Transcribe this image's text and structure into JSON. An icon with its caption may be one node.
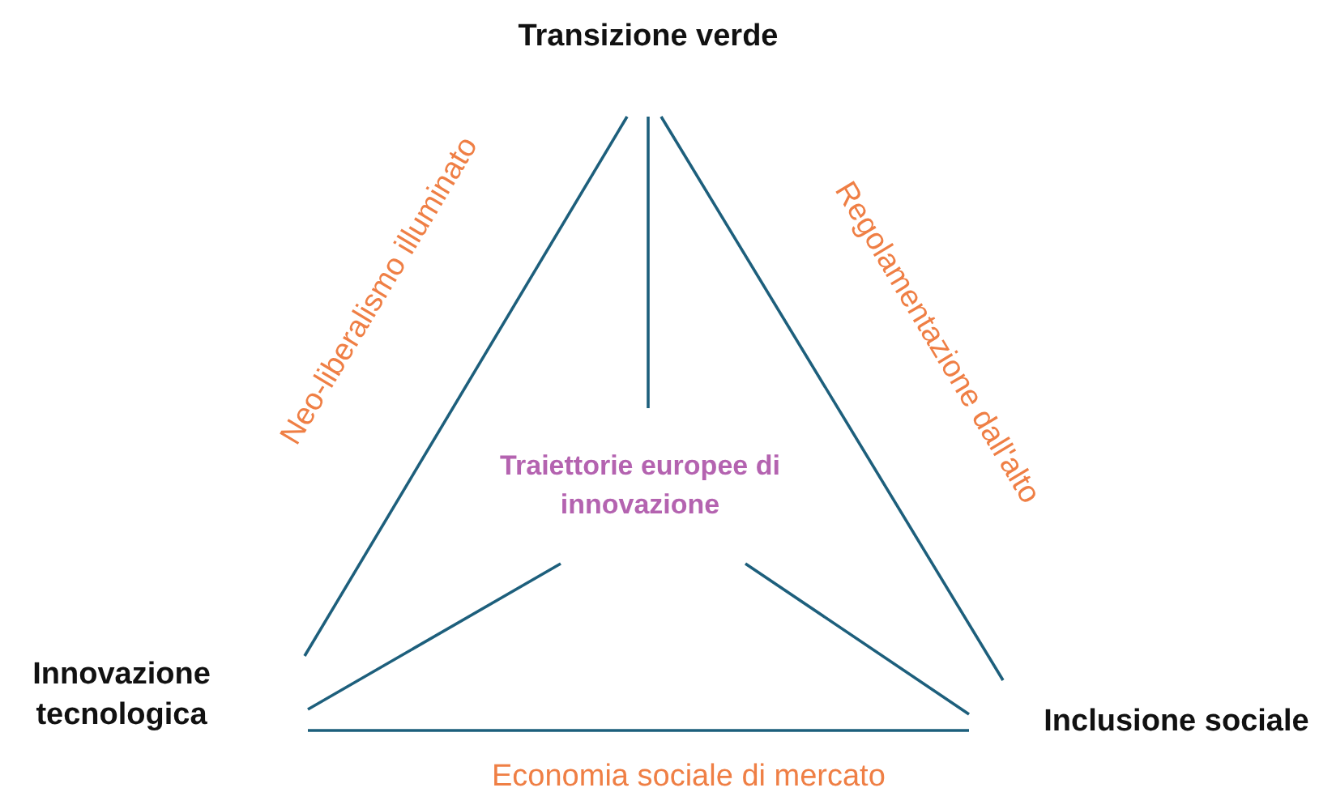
{
  "diagram": {
    "nodes": [
      {
        "text": [
          "Transizione verde"
        ]
      },
      {
        "text": [
          "Innovazione tecnologica"
        ]
      },
      {
        "text": [
          "Inclusione sociale"
        ]
      },
      {
        "text": [
          "Traiettorie europee di innovazione"
        ]
      }
    ],
    "edges": [
      {
        "from": 1,
        "to": 0,
        "arrow": "none",
        "label": "Neo-liberalismo illuminato"
      },
      {
        "from": 0,
        "to": 2,
        "arrow": "none",
        "label": "Regolamentazione dall'alto"
      },
      {
        "from": 1,
        "to": 2,
        "arrow": "none",
        "label": "Economia sociale di mercato"
      },
      {
        "from": 0,
        "to": 3,
        "arrow": "none"
      },
      {
        "from": 1,
        "to": 3,
        "arrow": "none"
      },
      {
        "from": 3,
        "to": 2,
        "arrow": "none"
      }
    ]
  }
}
